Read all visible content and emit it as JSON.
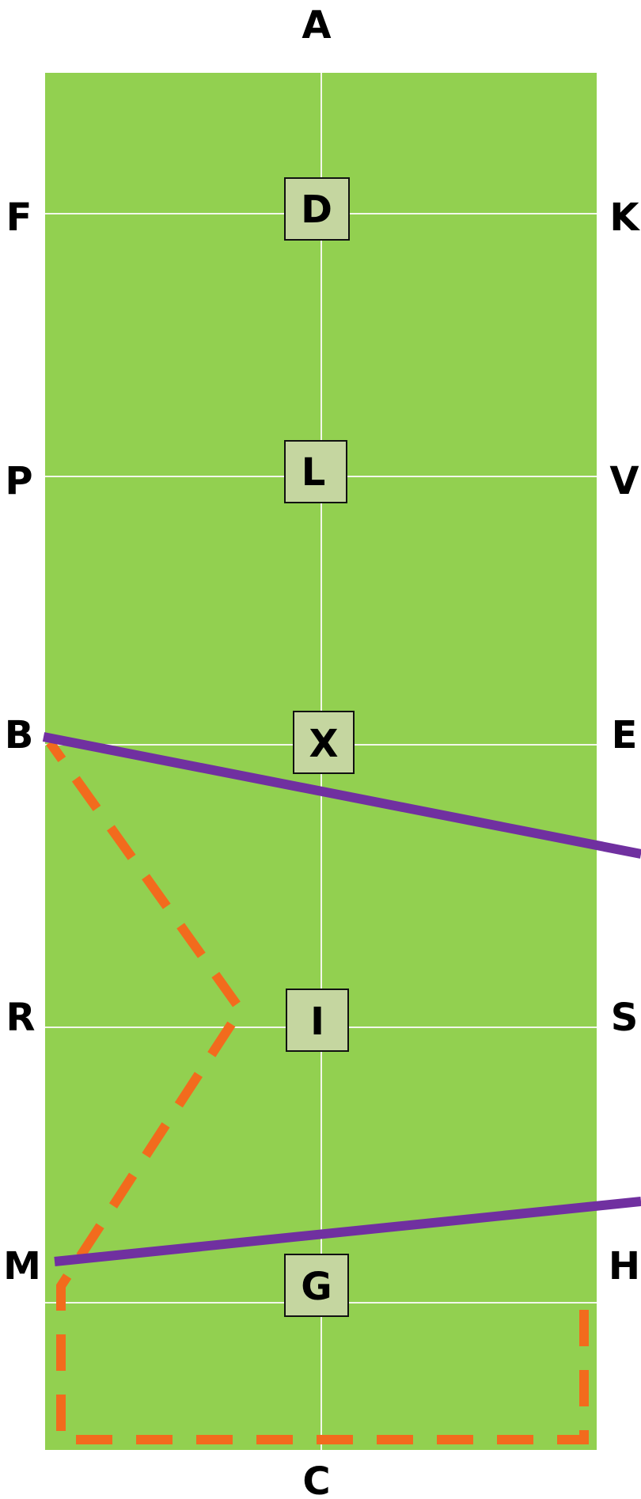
{
  "colors": {
    "arena": "#92d050",
    "grid": "#f2f7ea",
    "marker_fill": "#c5d6a0",
    "purple_line": "#7030a0",
    "orange_dash": "#f26b1d"
  },
  "edge_labels": {
    "top": "A",
    "bottom": "C",
    "left": [
      "F",
      "P",
      "B",
      "R",
      "M"
    ],
    "right": [
      "K",
      "V",
      "E",
      "S",
      "H"
    ]
  },
  "centre_markers": [
    "D",
    "L",
    "X",
    "I",
    "G"
  ]
}
